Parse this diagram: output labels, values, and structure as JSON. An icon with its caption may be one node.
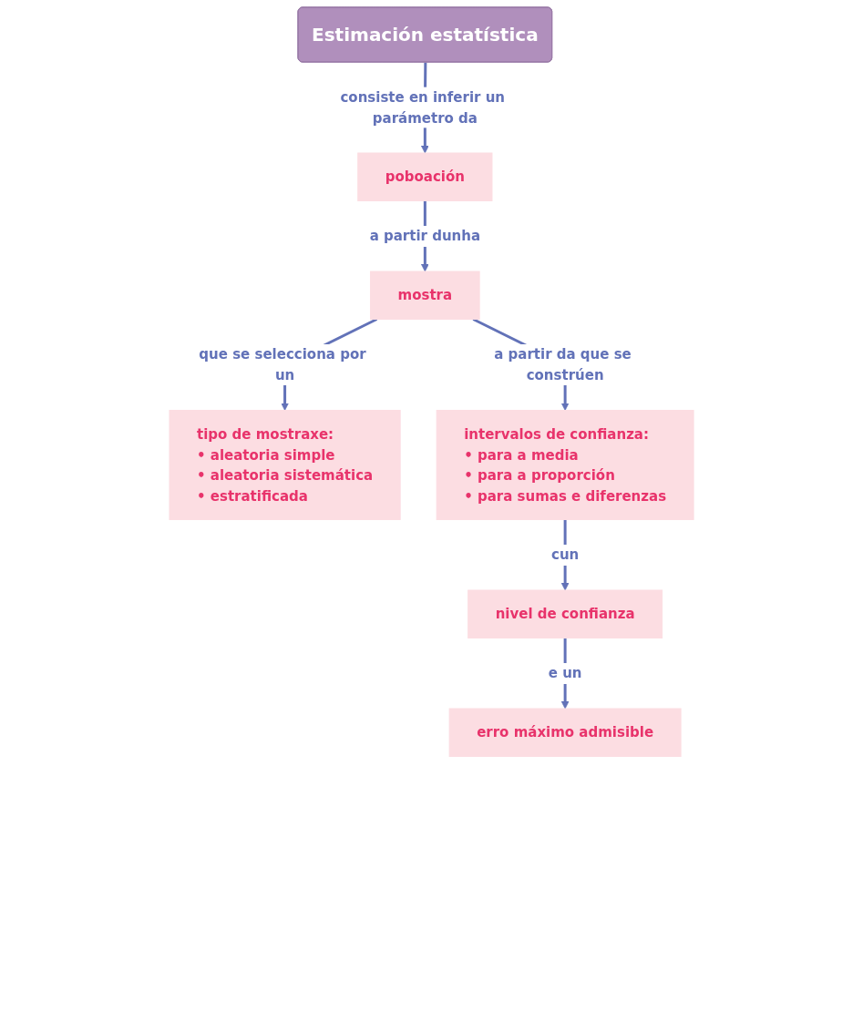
{
  "diagram": {
    "nodes": [
      {
        "text": [
          "Estimación estatística"
        ]
      },
      {
        "text": [
          "poboación"
        ]
      },
      {
        "text": [
          "mostra"
        ]
      },
      {
        "text": [
          "tipo de mostraxe:",
          "• aleatoria simple",
          "• aleatoria sistemática",
          "• estratificada"
        ]
      },
      {
        "text": [
          "intervalos de confianza:",
          "• para a media",
          "• para a proporción",
          "• para sumas e diferenzas"
        ]
      },
      {
        "text": [
          "nivel de confianza"
        ]
      },
      {
        "text": [
          "erro máximo admisible"
        ]
      }
    ],
    "edges": [
      {
        "from": 0,
        "to": 1,
        "arrow": "to",
        "label": "consiste en inferir un parámetro da"
      },
      {
        "from": 1,
        "to": 2,
        "arrow": "to",
        "label": "a partir dunha"
      },
      {
        "from": 2,
        "to": 3,
        "arrow": "to",
        "label": "que se selecciona por un"
      },
      {
        "from": 2,
        "to": 4,
        "arrow": "to",
        "label": "a partir da que se constrúen"
      },
      {
        "from": 4,
        "to": 5,
        "arrow": "to",
        "label": "cun"
      },
      {
        "from": 5,
        "to": 6,
        "arrow": "to",
        "label": "e un"
      }
    ]
  }
}
